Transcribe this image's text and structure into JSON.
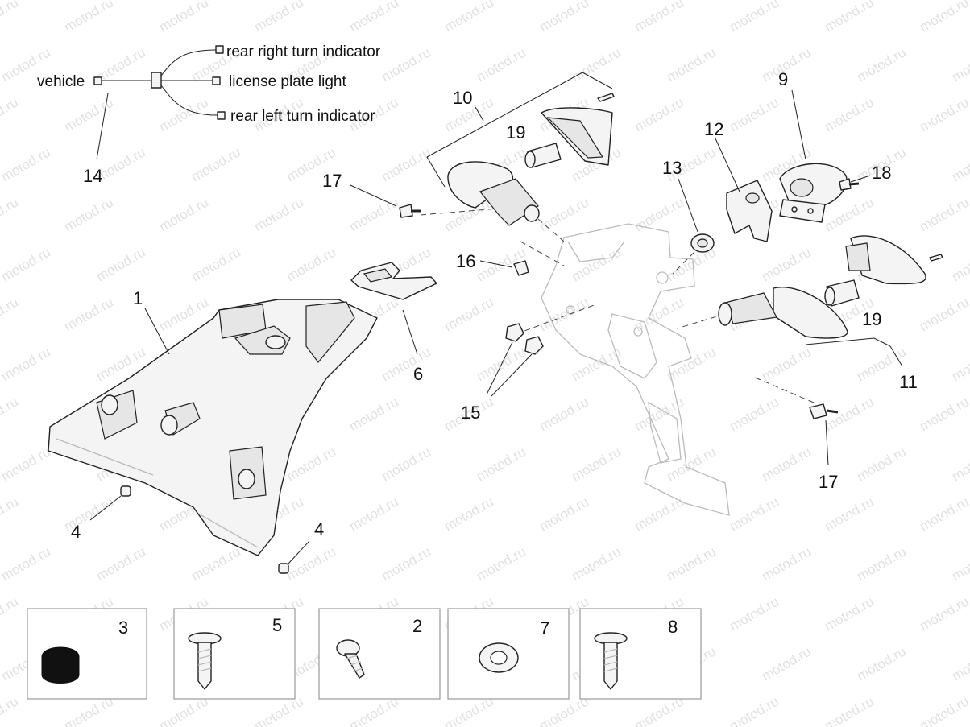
{
  "watermark": "motod.ru",
  "wiring": {
    "vehicle": "vehicle",
    "rear_right": "rear right turn indicator",
    "license_light": "license plate light",
    "rear_left": "rear left turn indicator"
  },
  "callouts": {
    "c1": "1",
    "c4a": "4",
    "c4b": "4",
    "c6": "6",
    "c9": "9",
    "c10": "10",
    "c11": "11",
    "c12": "12",
    "c13": "13",
    "c14": "14",
    "c15": "15",
    "c16": "16",
    "c17a": "17",
    "c17b": "17",
    "c18": "18",
    "c19a": "19",
    "c19b": "19"
  },
  "boxes": {
    "b3": "3",
    "b5": "5",
    "b2": "2",
    "b7": "7",
    "b8": "8"
  }
}
